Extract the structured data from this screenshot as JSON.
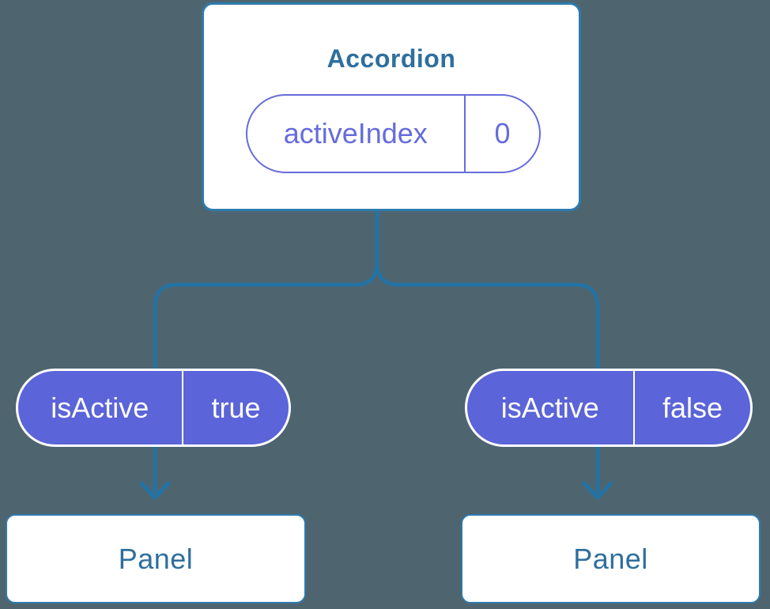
{
  "colors": {
    "background": "#4E6570",
    "node_border_blue": "#2E7BAE",
    "node_text_blue": "#2E6F9D",
    "connector_blue": "#2273A6",
    "prop_pill_fill_purple": "#5B64D8",
    "state_pill_purple": "#666CDC",
    "node_fill": "#FFFFFF",
    "prop_text": "#FFFFFF"
  },
  "tree": {
    "root": {
      "title": "Accordion",
      "state": {
        "name": "activeIndex",
        "value": "0"
      }
    },
    "children": [
      {
        "prop": {
          "name": "isActive",
          "value": "true"
        },
        "node": {
          "title": "Panel"
        }
      },
      {
        "prop": {
          "name": "isActive",
          "value": "false"
        },
        "node": {
          "title": "Panel"
        }
      }
    ]
  }
}
